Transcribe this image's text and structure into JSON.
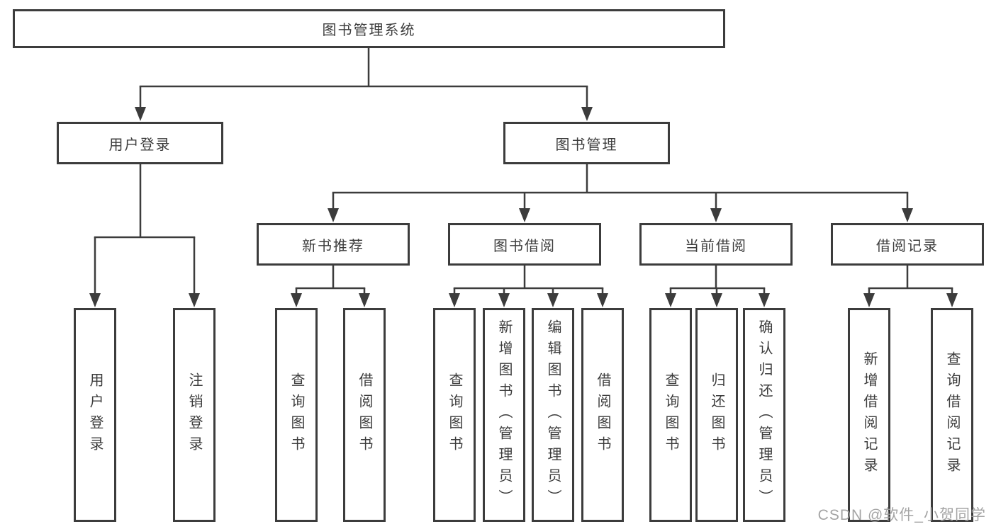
{
  "diagram": {
    "type": "hierarchy-tree",
    "line_color": "#3c3c3c",
    "box_border_color": "#3c3c3c",
    "background_color": "#ffffff",
    "tree": {
      "root": {
        "label": "图书管理系统"
      },
      "branches": [
        {
          "label": "用户登录",
          "children": [
            {
              "label": "用户登录"
            },
            {
              "label": "注销登录"
            }
          ]
        },
        {
          "label": "图书管理",
          "children": [
            {
              "label": "新书推荐",
              "children": [
                {
                  "label": "查询图书"
                },
                {
                  "label": "借阅图书"
                }
              ]
            },
            {
              "label": "图书借阅",
              "children": [
                {
                  "label": "查询图书"
                },
                {
                  "label": "新增图书（管理员）"
                },
                {
                  "label": "编辑图书（管理员）"
                },
                {
                  "label": "借阅图书"
                }
              ]
            },
            {
              "label": "当前借阅",
              "children": [
                {
                  "label": "查询图书"
                },
                {
                  "label": "归还图书"
                },
                {
                  "label": "确认归还（管理员）"
                }
              ]
            },
            {
              "label": "借阅记录",
              "children": [
                {
                  "label": "新增借阅记录"
                },
                {
                  "label": "查询借阅记录"
                }
              ]
            }
          ]
        }
      ]
    },
    "watermark": {
      "text": "CSDN @软件_小贺同学",
      "color": "#9d9d9d"
    }
  }
}
